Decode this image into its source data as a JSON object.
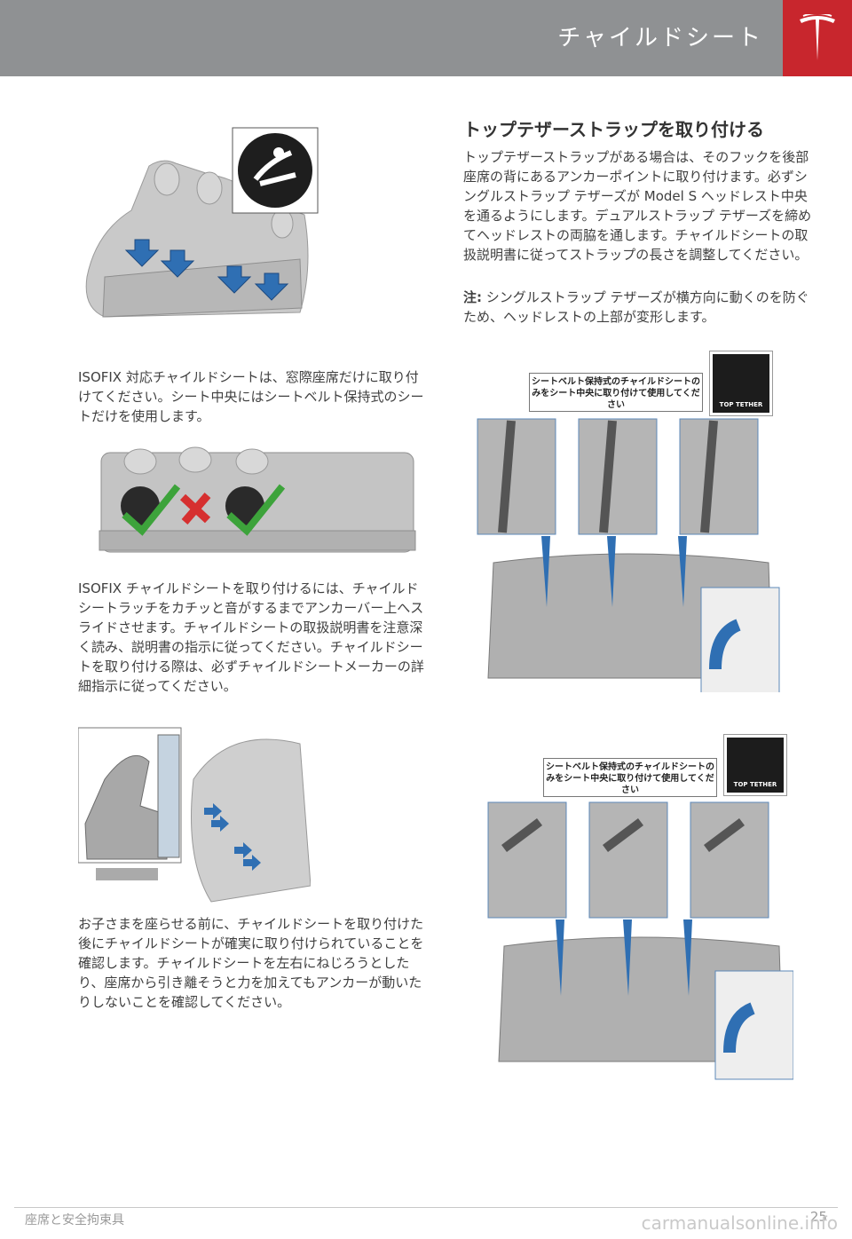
{
  "header": {
    "title": "チャイルドシート"
  },
  "colors": {
    "header_bg": "#8f9193",
    "brand_red": "#c8262d",
    "arrow_blue": "#2f6fb3"
  },
  "icons": [
    "tesla-logo-icon",
    "isofix-child-seat-icon",
    "top-tether-anchor-icon",
    "check-icon",
    "cross-icon"
  ],
  "left": {
    "para1": "ISOFIX 対応チャイルドシートは、窓際座席だけに取り付けてください。シート中央にはシートベルト保持式のシートだけを使用します。",
    "para2": "ISOFIX チャイルドシートを取り付けるには、チャイルドシートラッチをカチッと音がするまでアンカーバー上へスライドさせます。チャイルドシートの取扱説明書を注意深く読み、説明書の指示に従ってください。チャイルドシートを取り付ける際は、必ずチャイルドシートメーカーの詳細指示に従ってください。",
    "para3": "お子さまを座らせる前に、チャイルドシートを取り付けた後にチャイルドシートが確実に取り付けられていることを確認します。チャイルドシートを左右にねじろうとしたり、座席から引き離そうと力を加えてもアンカーが動いたりしないことを確認してください。"
  },
  "right": {
    "heading": "トップテザーストラップを取り付ける",
    "para1": "トップテザーストラップがある場合は、そのフックを後部座席の背にあるアンカーポイントに取り付けます。必ずシングルストラップ テザーズが Model S ヘッドレスト中央を通るようにします。デュアルストラップ テザーズを締めてヘッドレストの両脇を通します。チャイルドシートの取扱説明書に従ってストラップの長さを調整してください。",
    "note_label": "注:",
    "note_text": " シングルストラップ テザーズが横方向に動くのを防ぐため、ヘッドレストの上部が変形します。",
    "figure_label_1": "シートベルト保持式のチャイルドシートのみをシート中央に取り付けて使用してください",
    "figure_label_2": "シートベルト保持式のチャイルドシートのみをシート中央に取り付けて使用してください",
    "tether_label_1": "TOP TETHER",
    "tether_label_2": "TOP TETHER"
  },
  "footer": {
    "section": "座席と安全拘束具",
    "page": "25",
    "watermark": "carmanualsonline.info"
  }
}
